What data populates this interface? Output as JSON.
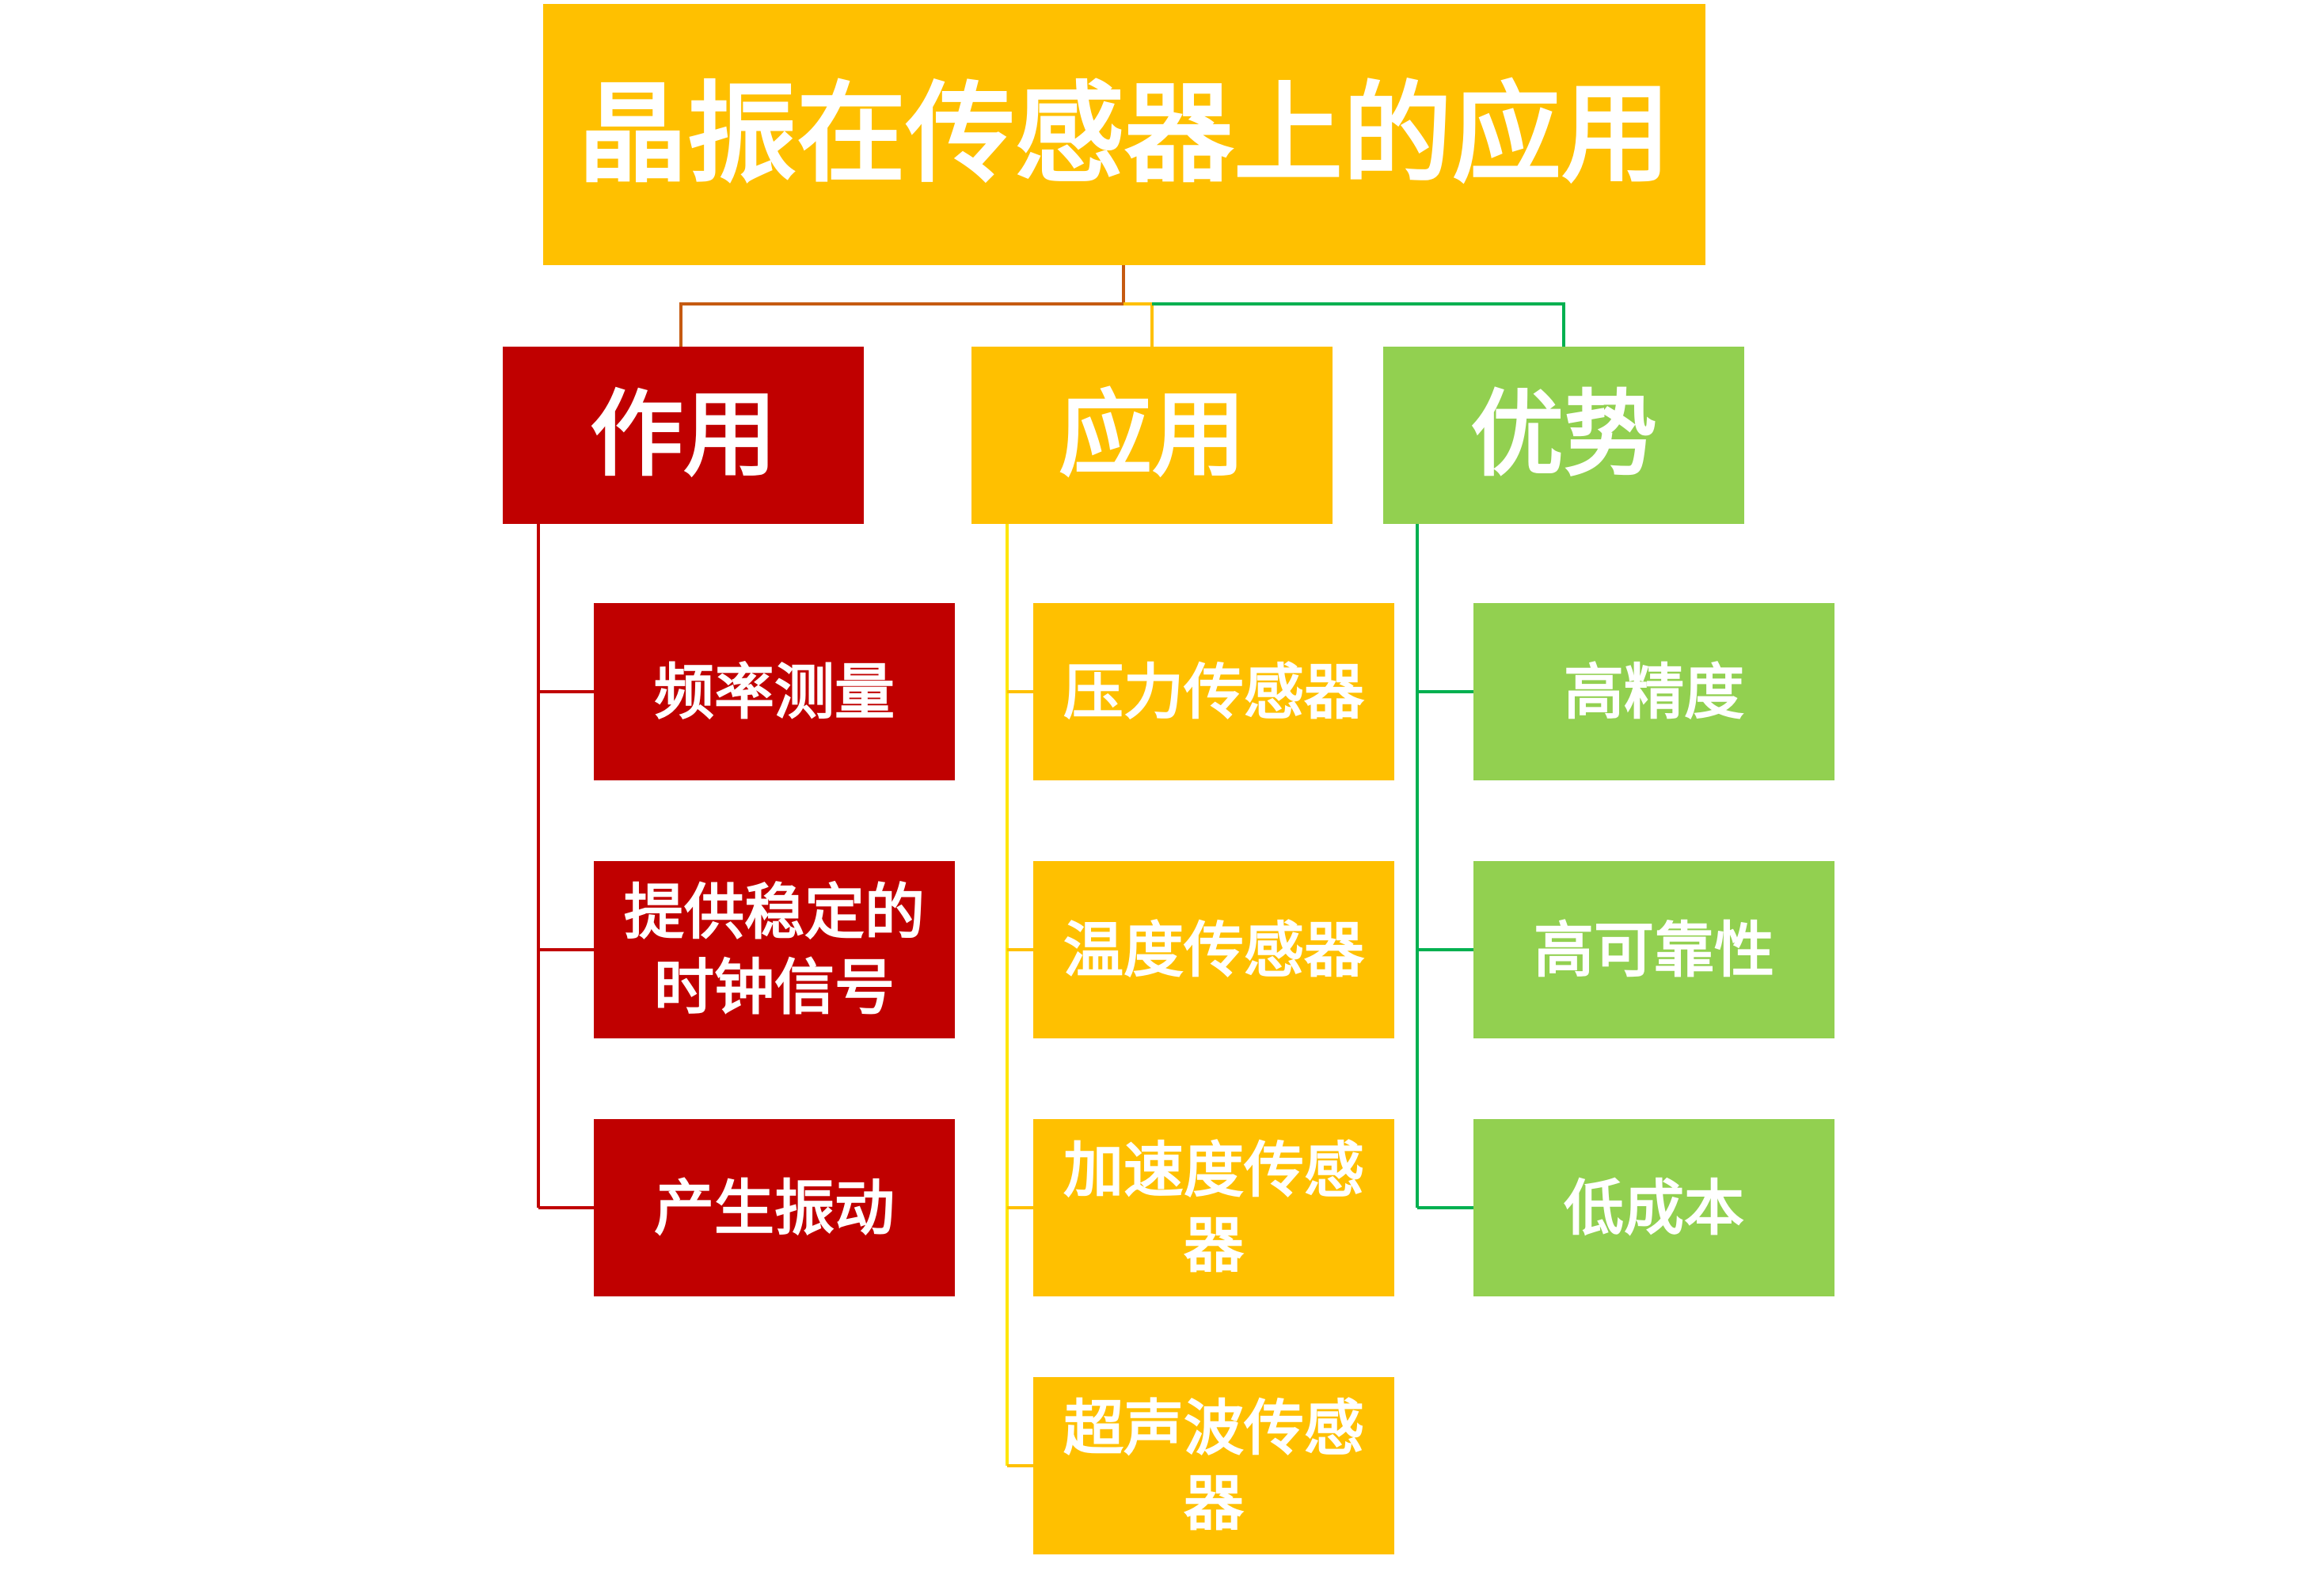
{
  "colors": {
    "root_fill": "#FFC000",
    "red": "#C00000",
    "amber": "#FFC000",
    "green": "#92D050",
    "link_root_red": "#C55A11",
    "link_root_amber": "#FFC000",
    "link_root_green": "#00B050",
    "link_red": "#C00000",
    "link_amber": "#FFE600",
    "link_green": "#00B050",
    "text": "#FFFFFF"
  },
  "root": {
    "label": "晶振在传感器上的应用"
  },
  "branches": [
    {
      "label": "作用",
      "color": "red",
      "items": [
        {
          "label": "频率测量"
        },
        {
          "label": "提供稳定的时钟信号"
        },
        {
          "label": "产生振动"
        }
      ]
    },
    {
      "label": "应用",
      "color": "amber",
      "items": [
        {
          "label": "压力传感器"
        },
        {
          "label": "温度传感器"
        },
        {
          "label": "加速度传感器"
        },
        {
          "label": "超声波传感器"
        }
      ]
    },
    {
      "label": "优势",
      "color": "green",
      "items": [
        {
          "label": "高精度"
        },
        {
          "label": "高可靠性"
        },
        {
          "label": "低成本"
        }
      ]
    }
  ]
}
